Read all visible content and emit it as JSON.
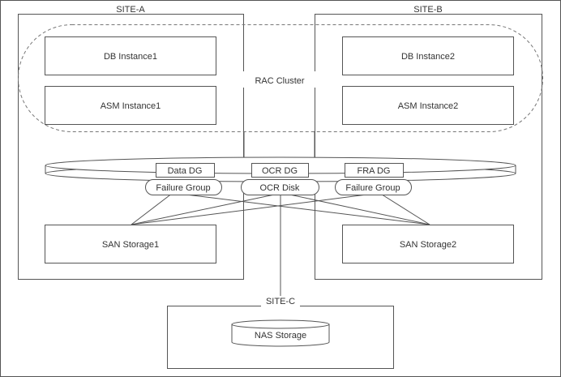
{
  "sites": {
    "a": "SITE-A",
    "b": "SITE-B",
    "c": "SITE-C"
  },
  "cluster": {
    "label": "RAC Cluster"
  },
  "instances": {
    "db1": "DB Instance1",
    "asm1": "ASM Instance1",
    "db2": "DB Instance2",
    "asm2": "ASM Instance2"
  },
  "disk_groups": {
    "data": "Data DG",
    "ocr": "OCR DG",
    "fra": "FRA DG"
  },
  "failure_groups": {
    "left": "Failure Group",
    "ocr_disk": "OCR Disk",
    "right": "Failure Group"
  },
  "storage": {
    "san1": "SAN Storage1",
    "san2": "SAN Storage2",
    "nas": "NAS Storage"
  }
}
